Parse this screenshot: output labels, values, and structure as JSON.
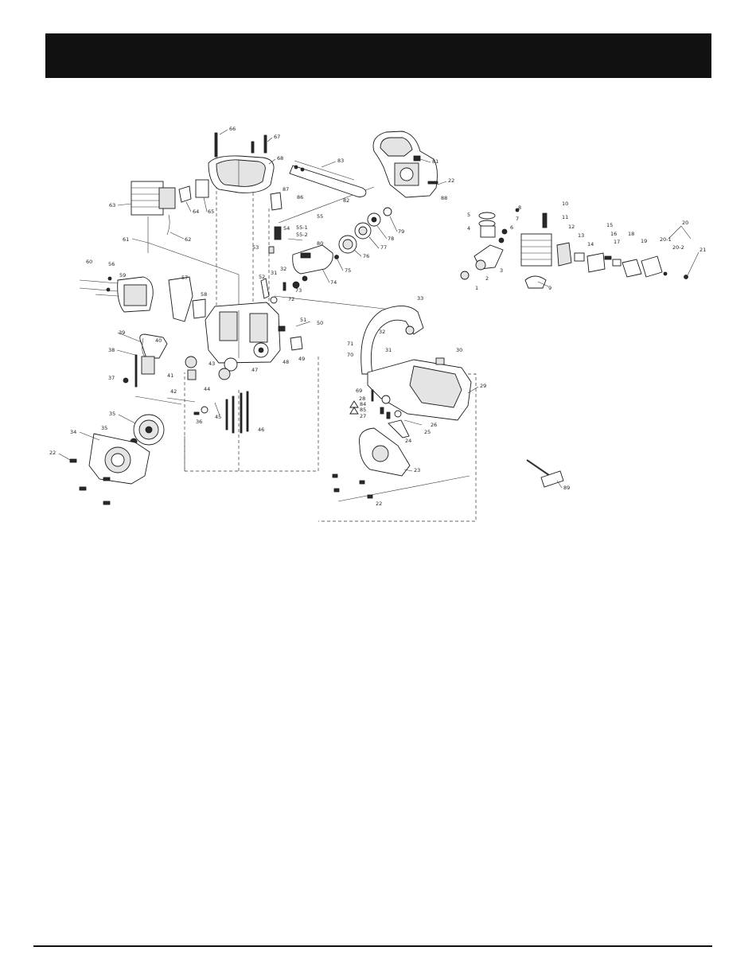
{
  "header": {
    "title": ""
  },
  "callouts": {
    "c66": "66",
    "c67": "67",
    "c68": "68",
    "c83": "83",
    "c82": "82",
    "c81": "81",
    "c22a": "22",
    "c88a": "88",
    "c63": "63",
    "c64": "64",
    "c65": "65",
    "c62": "62",
    "c61": "61",
    "c87": "87",
    "c86": "86",
    "c55": "55",
    "c55_1": "55-1",
    "c55_2": "55-2",
    "c54": "54",
    "c53": "53",
    "c52": "52",
    "c31": "31",
    "c32a": "32",
    "c74": "74",
    "c73": "73",
    "c72": "72",
    "c75": "75",
    "c76": "76",
    "c77": "77",
    "c78": "78",
    "c79": "79",
    "c80": "80",
    "c60": "60",
    "c56": "56",
    "c59": "59",
    "c57": "57",
    "c58": "58",
    "c39": "39",
    "c40": "40",
    "c38": "38",
    "c41": "41",
    "c43": "43",
    "c42": "42",
    "c44": "44",
    "c47": "47",
    "c48": "48",
    "c49": "49",
    "c51": "51",
    "c50": "50",
    "c37": "37",
    "c36": "36",
    "c45": "45",
    "c46": "46",
    "c35a": "35",
    "c34": "34",
    "c35b": "35",
    "c22b": "22",
    "c33": "33",
    "c32b": "32",
    "c71": "71",
    "c70": "70",
    "c31b": "31",
    "c30": "30",
    "c69": "69",
    "c29": "29",
    "c28": "28",
    "c85": "85",
    "c84": "84",
    "c27": "27",
    "c26": "26",
    "c25": "25",
    "c24": "24",
    "c23": "23",
    "c22c": "22",
    "c5": "5",
    "c4": "4",
    "c6": "6",
    "c7": "7",
    "c8": "8",
    "c10": "10",
    "c11": "11",
    "c12": "12",
    "c13": "13",
    "c14": "14",
    "c15": "15",
    "c16": "16",
    "c17": "17",
    "c18": "18",
    "c19": "19",
    "c20": "20",
    "c20_1": "20-1",
    "c20_2": "20-2",
    "c21": "21",
    "c3": "3",
    "c2": "2",
    "c1": "1",
    "c9": "9",
    "c89": "89"
  }
}
